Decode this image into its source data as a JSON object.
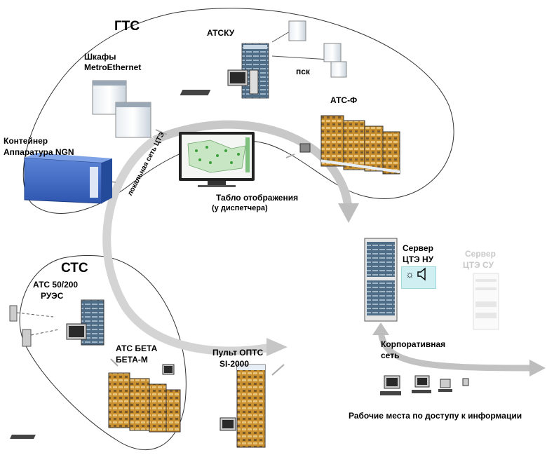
{
  "labels": {
    "gts": "ГТС",
    "sts": "СТС",
    "atsku": "АТСКУ",
    "psk": "пск",
    "shkafy": "Шкафы",
    "metro_ethernet": "MetroEthernet",
    "kontejner": "Контейнер",
    "apparatura_ngn": "Аппаратура NGN",
    "ats_f": "АТС-Ф",
    "local_net": "локальная сеть ЦТЭ",
    "tablo_line1": "Табло отображения",
    "tablo_line2": "(у диспетчера)",
    "server_ctu_nu_line1": "Сервер",
    "server_ctu_nu_line2": "ЦТЭ НУ",
    "server_ctu_su_line1": "Сервер",
    "server_ctu_su_line2": "ЦТЭ СУ",
    "corp_net_line1": "Корпоративная",
    "corp_net_line2": "сеть",
    "ats_50_200": "АТС 50/200",
    "ruas": "РУЭС",
    "ats_beta": "АТС БЕТА",
    "beta_m": "БЕТА-М",
    "pult_line1": "Пульт ОПТС",
    "pult_line2": "SI-2000",
    "workplaces": "Рабочие места по доступу к информации"
  },
  "icons": {
    "sun": "☼",
    "speaker": "speaker-icon"
  }
}
